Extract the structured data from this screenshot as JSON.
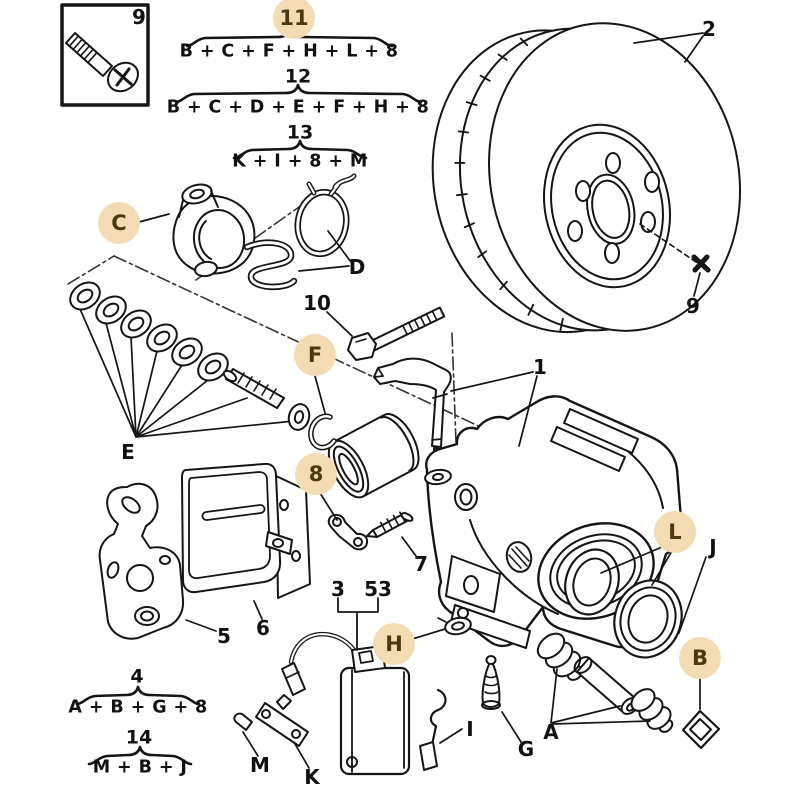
{
  "colors": {
    "badge_bg": "#F3DCB4",
    "badge_text": "#4A3A10",
    "ink": "#111111",
    "paper": "#FFFFFF"
  },
  "formulas": {
    "f11": {
      "number": "11",
      "expr": "B + C + F + H + L + 8",
      "highlighted": true
    },
    "f12": {
      "number": "12",
      "expr": "B + C + D + E + F + H + 8",
      "highlighted": false
    },
    "f13": {
      "number": "13",
      "expr": "K + I + 8 + M",
      "highlighted": false
    },
    "f4": {
      "number": "4",
      "expr": "A + B + G + 8",
      "highlighted": false
    },
    "f14": {
      "number": "14",
      "expr": "M + B + J",
      "highlighted": false
    }
  },
  "callouts": {
    "box_screw": "9",
    "disc": "2",
    "hub_screw": "9",
    "guide_bolt": "10",
    "caliper": "1",
    "stud": "7",
    "carrier": "C",
    "clip": "D",
    "shim_set": "E",
    "retainer": "F",
    "keeper": "8",
    "bracket": "5",
    "shield": "6",
    "pad_left": "3",
    "pad_right": "53",
    "grommet": "H",
    "spring": "I",
    "cap": "G",
    "boots": "A",
    "seal": "L",
    "boot": "J",
    "square_seal": "B",
    "wire_clip": "M",
    "channel": "K"
  }
}
